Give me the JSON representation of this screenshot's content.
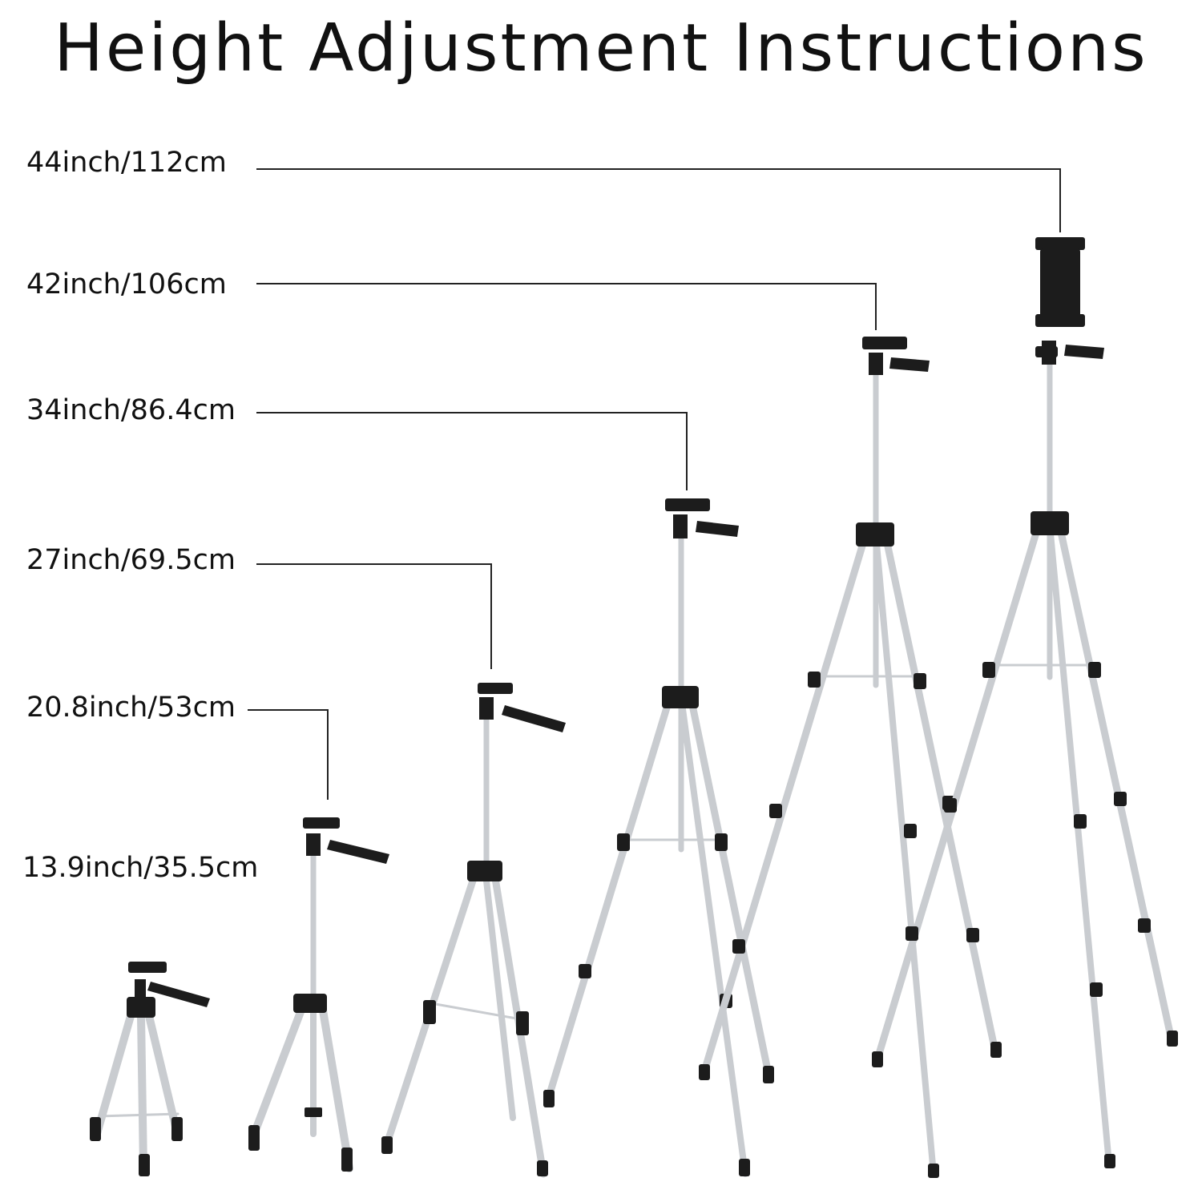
{
  "title": "Height Adjustment Instructions",
  "heights": [
    {
      "label": "44inch/112cm",
      "mode": "phone-holder"
    },
    {
      "label": "42inch/106cm",
      "mode": "fully-extended"
    },
    {
      "label": "34inch/86.4cm",
      "mode": "legs-extended"
    },
    {
      "label": "27inch/69.5cm",
      "mode": "column-raised"
    },
    {
      "label": "20.8inch/53cm",
      "mode": "legs-partly-extended"
    },
    {
      "label": "13.9inch/35.5cm",
      "mode": "folded"
    }
  ],
  "colors": {
    "background": "#ffffff",
    "text": "#111111",
    "leader_line": "#222222",
    "aluminum": "#c9ccd0",
    "aluminum_highlight": "#eef0f2",
    "plastic": "#1c1c1c"
  }
}
